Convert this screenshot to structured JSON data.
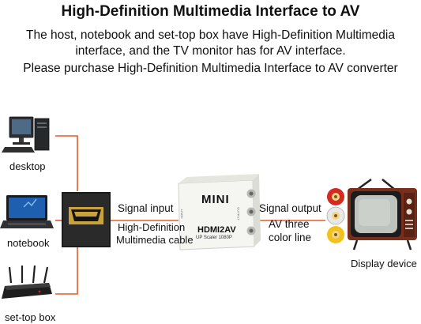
{
  "title": "High-Definition Multimedia Interface to AV",
  "description": {
    "line1": "The host, notebook and set-top box have High-Definition Multimedia",
    "line2": "interface, and the TV monitor has for AV interface.",
    "line3": "Please purchase High-Definition Multimedia Interface to AV converter"
  },
  "sources": {
    "desktop": "desktop",
    "notebook": "notebook",
    "settop": "set-top box"
  },
  "signal_input": {
    "label": "Signal input",
    "cable_line1": "High-Definition",
    "cable_line2": "Multimedia cable"
  },
  "converter": {
    "brand": "MINI",
    "model": "HDMI2AV",
    "sub": "UP Scaler 1080P",
    "left_side": "INPUT",
    "right_side": "OUTPUT"
  },
  "signal_output": {
    "label": "Signal output",
    "line1": "AV three",
    "line2": "color line"
  },
  "display": {
    "label": "Display device"
  },
  "colors": {
    "wire": "#e65a26",
    "rca_red": "#d42a1f",
    "rca_white": "#e8e8e8",
    "rca_yellow": "#f2c21a",
    "tv_body": "#7a2e1c"
  }
}
